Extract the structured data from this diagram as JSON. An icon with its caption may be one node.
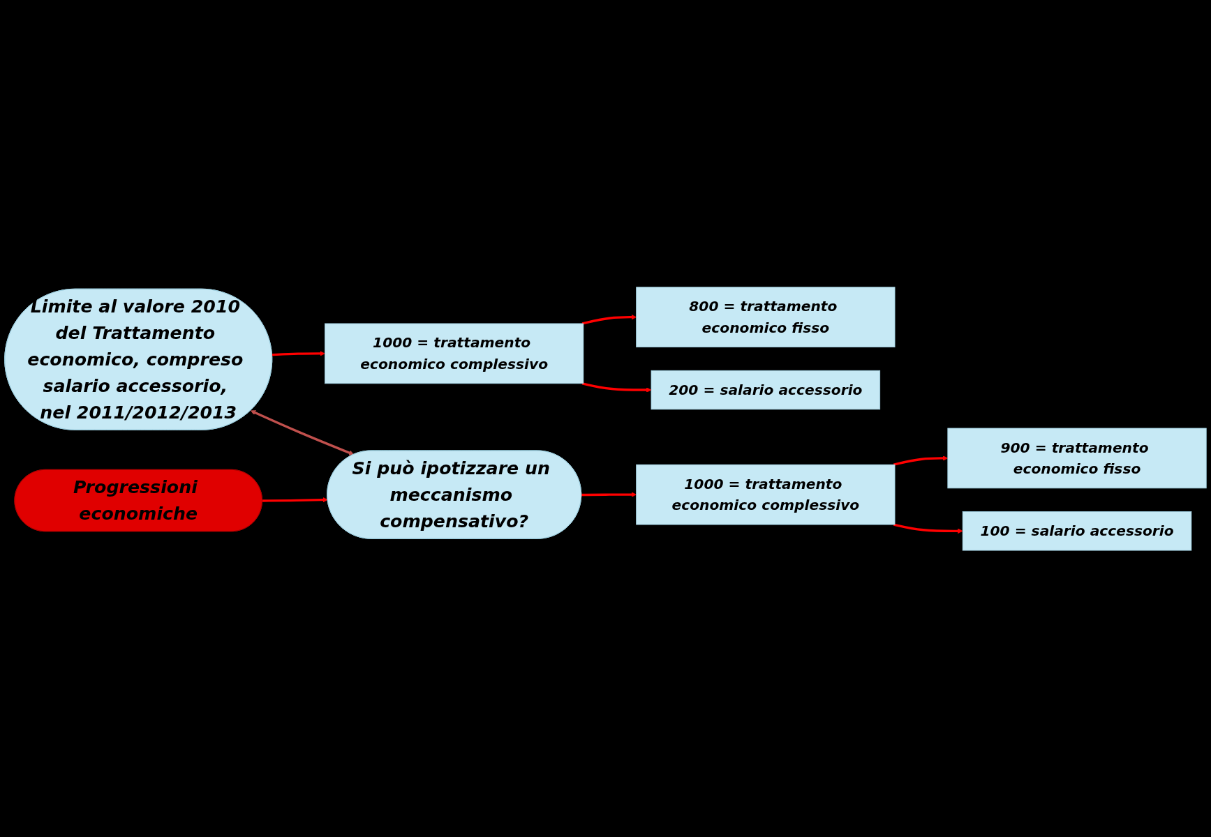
{
  "diagram": {
    "nodes": [
      {
        "text": [
          "Limite al valore 2010 del Trattamento economico, compreso salario accessorio, nel 2011/2012/2013"
        ]
      },
      {
        "text": [
          "1000 = trattamento economico complessivo"
        ]
      },
      {
        "text": [
          "800 = trattamento economico fisso"
        ]
      },
      {
        "text": [
          "200 = salario accessorio"
        ]
      },
      {
        "text": [
          "Progressioni economiche"
        ]
      },
      {
        "text": [
          "Si può ipotizzare un meccanismo compensativo?"
        ]
      },
      {
        "text": [
          "1000 = trattamento economico complessivo"
        ]
      },
      {
        "text": [
          "900 = trattamento economico fisso"
        ]
      },
      {
        "text": [
          "100 = salario accessorio"
        ]
      }
    ],
    "edges": [
      {
        "from": 0,
        "to": 1,
        "arrow": "to"
      },
      {
        "from": 1,
        "to": 2,
        "arrow": "to"
      },
      {
        "from": 1,
        "to": 3,
        "arrow": "to"
      },
      {
        "from": 4,
        "to": 5,
        "arrow": "to"
      },
      {
        "from": 0,
        "to": 5,
        "arrow": "both",
        "color": "#c0504d"
      },
      {
        "from": 5,
        "to": 6,
        "arrow": "to"
      },
      {
        "from": 6,
        "to": 7,
        "arrow": "to"
      },
      {
        "from": 6,
        "to": 8,
        "arrow": "to"
      }
    ]
  }
}
